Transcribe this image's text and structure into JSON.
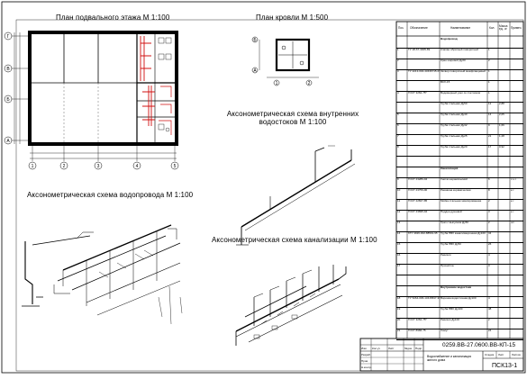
{
  "titles": {
    "plan_floor": "План подвального этажа М 1:100",
    "plan_roof": "План кровли М 1:500",
    "axo_drains": "Аксонометрическая схема внутренних водостоков М 1:100",
    "axo_water": "Аксонометрическая схема водопровода М 1:100",
    "axo_sewer": "Аксонометрическая схема канализации М 1:100"
  },
  "axes": {
    "columns": [
      "1",
      "2",
      "3",
      "4",
      "5"
    ],
    "rows_left": [
      "Г",
      "В",
      "Б",
      "А"
    ],
    "rows_roof": [
      "Б",
      "А"
    ],
    "roof_columns": [
      "1",
      "2"
    ]
  },
  "spec_header": [
    "Поз.",
    "Обозначение",
    "Наименование",
    "Кол.",
    "Масса ед., кг",
    "Примеч."
  ],
  "spec_rows": [
    {
      "type": "section",
      "pos": "",
      "code": "",
      "name": "Водопровод",
      "qty": "",
      "mass": "",
      "note": ""
    },
    {
      "type": "item",
      "pos": "1",
      "code": "ТУ 28-67-3005-89",
      "name": "Клапан обратный поворотный",
      "qty": "1",
      "mass": "",
      "note": ""
    },
    {
      "type": "item",
      "pos": "2",
      "code": "",
      "name": "Кран шаровой Ду20",
      "qty": "2",
      "mass": "",
      "note": ""
    },
    {
      "type": "item",
      "pos": "3",
      "code": "ТУ 4213-004-43436715-06",
      "name": "Затвор поворотный межфланцевый",
      "qty": "1",
      "mass": "",
      "note": ""
    },
    {
      "type": "item",
      "pos": "",
      "code": "",
      "name": "ВСХ-15",
      "qty": "1",
      "mass": "",
      "note": ""
    },
    {
      "type": "item",
      "pos": "4",
      "code": "ГОСТ 3262-75*",
      "name": "Водомерный узел со счетчиком",
      "qty": "1",
      "mass": "",
      "note": ""
    },
    {
      "type": "item",
      "pos": "",
      "code": "",
      "name": "Труба стальная Ду50",
      "qty": "12",
      "mass": "2,88",
      "note": ""
    },
    {
      "type": "item",
      "pos": "5",
      "code": "",
      "name": "Труба стальная Ду40",
      "qty": "14",
      "mass": "2,05",
      "note": ""
    },
    {
      "type": "item",
      "pos": "6",
      "code": "",
      "name": "Труба стальная Ду32",
      "qty": "9",
      "mass": "1,66",
      "note": ""
    },
    {
      "type": "item",
      "pos": "7",
      "code": "",
      "name": "Труба стальная Ду25",
      "qty": "21",
      "mass": "1,28",
      "note": ""
    },
    {
      "type": "item",
      "pos": "8",
      "code": "",
      "name": "Труба стальная Ду20",
      "qty": "17",
      "mass": "0,92",
      "note": ""
    },
    {
      "type": "blank",
      "pos": "",
      "code": "",
      "name": "",
      "qty": "",
      "mass": "",
      "note": ""
    },
    {
      "type": "section",
      "pos": "",
      "code": "",
      "name": "Канализация",
      "qty": "",
      "mass": "",
      "note": ""
    },
    {
      "type": "item",
      "pos": "9",
      "code": "ГОСТ 23289-94",
      "name": "Унитаз керамический",
      "qty": "6",
      "mass": "",
      "note": "с к-т"
    },
    {
      "type": "item",
      "pos": "10",
      "code": "ГОСТ 23759-90",
      "name": "Раковина керамическая",
      "qty": "8",
      "mass": "",
      "note": "к-т"
    },
    {
      "type": "item",
      "pos": "11",
      "code": "ГОСТ 22847-85",
      "name": "Мойка стальная эмалированная",
      "qty": "2",
      "mass": "",
      "note": "к-т"
    },
    {
      "type": "item",
      "pos": "12",
      "code": "ГОСТ 23695-94",
      "name": "Поддон душевой",
      "qty": "3",
      "mass": "",
      "note": "к-т"
    },
    {
      "type": "item",
      "pos": "13",
      "code": "",
      "name": "Трап с выпуском Ду50",
      "qty": "2",
      "mass": "",
      "note": "шт"
    },
    {
      "type": "item",
      "pos": "14",
      "code": "6ТУ 4926-002-88591-95",
      "name": "Труба ПВХ канализационная Ду100",
      "qty": "34",
      "mass": "",
      "note": ""
    },
    {
      "type": "item",
      "pos": "15",
      "code": "",
      "name": "Труба ПВХ Ду50",
      "qty": "26",
      "mass": "",
      "note": ""
    },
    {
      "type": "item",
      "pos": "16",
      "code": "",
      "name": "Ревизия",
      "qty": "4",
      "mass": "",
      "note": ""
    },
    {
      "type": "item",
      "pos": "17",
      "code": "",
      "name": "Прочистка",
      "qty": "3",
      "mass": "",
      "note": ""
    },
    {
      "type": "blank",
      "pos": "",
      "code": "",
      "name": "",
      "qty": "",
      "mass": "",
      "note": ""
    },
    {
      "type": "section",
      "pos": "",
      "code": "",
      "name": "Внутренние водостоки",
      "qty": "",
      "mass": "",
      "note": ""
    },
    {
      "type": "item",
      "pos": "18",
      "code": "ТУ 5264-006-13415847-99",
      "name": "Воронка водосточная Ду100",
      "qty": "4",
      "mass": "",
      "note": ""
    },
    {
      "type": "item",
      "pos": "19",
      "code": "",
      "name": "Труба ПВХ Ду100",
      "qty": "48",
      "mass": "",
      "note": ""
    },
    {
      "type": "item",
      "pos": "20",
      "code": "ГОСТ 3262-75*",
      "name": "Ревизия Ду100",
      "qty": "2",
      "mass": "",
      "note": ""
    },
    {
      "type": "item",
      "pos": "21",
      "code": "ГОСТ 8966-75",
      "name": "Хомут",
      "qty": "24",
      "mass": "",
      "note": ""
    }
  ],
  "stamp": {
    "code": "0259.ВВ-27.0600.ВВ-КП-15",
    "title": "Водоснабжение и канализация жилого дома",
    "stage": "Стадия",
    "sheet_label": "Лист",
    "sheets_label": "Листов",
    "sheet": "ПСК13-1",
    "roles": [
      "Разраб.",
      "Пров.",
      "Н.контр.",
      "Утв."
    ],
    "columns": [
      "Изм.",
      "Кол.уч",
      "Лист",
      "№док.",
      "Подп.",
      "Дата"
    ]
  }
}
